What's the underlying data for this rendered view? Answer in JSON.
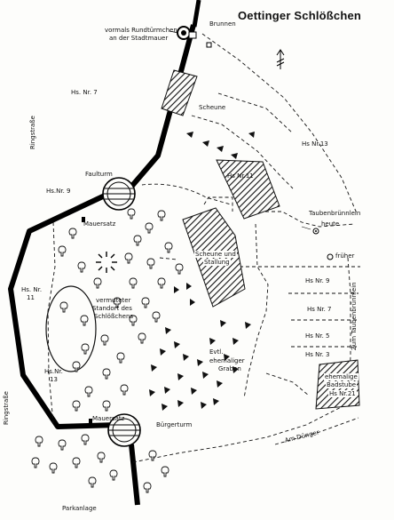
{
  "title": "Oettinger Schlößchen",
  "labels": {
    "brunnen": "Brunnen",
    "vormals_1": "vormals Rundtürmchen",
    "vormals_2": "an der Stadtmauer",
    "scheune": "Scheune",
    "hs7": "Hs. Nr. 7",
    "hs13_top": "Hs Nr.13",
    "ringstrasse_upper": "Ringstraße",
    "ringstrasse_lower": "Ringstraße",
    "faulturm": "Faulturm",
    "hs9_left": "Hs.Nr. 9",
    "hs11_building": "Hs Nr.11",
    "mauersatz": "Mauersatz",
    "taubenbrunnlein": "Taubenbrünnlein",
    "heute": "heute",
    "fruher": "früher",
    "scheune_stallung_1": "Scheune und",
    "scheune_stallung_2": "Stallung",
    "hs11_left_1": "Hs. Nr.",
    "hs11_left_2": "11",
    "vermuteter_1": "vermuteter",
    "vermuteter_2": "Standort des",
    "vermuteter_3": "Schlößchens",
    "hs9_right": "Hs Nr. 9",
    "hs7_right": "Hs Nr. 7",
    "hs5_right": "Hs Nr. 5",
    "hs3_right": "Hs Nr. 3",
    "zum_taubenbrunnlein": "Zum Taubenbrünnlein",
    "evtl_1": "Evtl.",
    "evtl_2": "ehemaliger",
    "evtl_3": "Graben",
    "hs13_left_1": "Hs.Nr.",
    "hs13_left_2": "13",
    "mauersatz2": "Mauersatz",
    "ehemalige_1": "ehemalige",
    "ehemalige_2": "Badstube",
    "ehemalige_3": "Hs Nr.21",
    "am_dunger": "Am Dünger",
    "burgerturm": "Bürgerturm",
    "parkanlage": "Parkanlage"
  },
  "icons": [
    "north-arrow-icon",
    "well-icon",
    "tower-icon",
    "tree-icon",
    "bush-icon",
    "spring-icon"
  ]
}
